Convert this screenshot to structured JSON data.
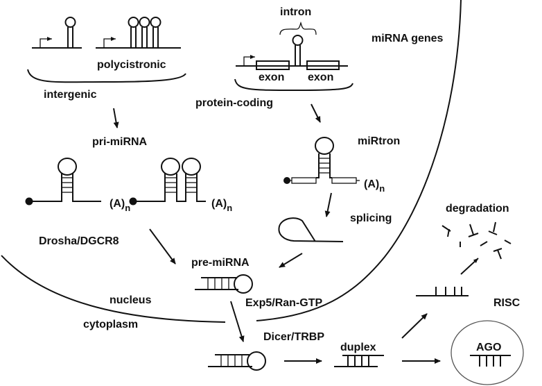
{
  "labels": {
    "intron": "intron",
    "mirna_genes": "miRNA genes",
    "polycistronic": "polycistronic",
    "exon1": "exon",
    "exon2": "exon",
    "intergenic": "intergenic",
    "protein_coding": "protein-coding",
    "pri_mirna": "pri-miRNA",
    "mirtron": "miRtron",
    "polya_base": "(A)",
    "polya_sub": "n",
    "splicing": "splicing",
    "degradation": "degradation",
    "drosha": "Drosha/DGCR8",
    "pre_mirna": "pre-miRNA",
    "nucleus": "nucleus",
    "exp5": "Exp5/Ran-GTP",
    "risc": "RISC",
    "cytoplasm": "cytoplasm",
    "dicer": "Dicer/TRBP",
    "duplex": "duplex",
    "ago": "AGO"
  },
  "colors": {
    "ink": "#111111",
    "background": "#ffffff",
    "risc_outline": "#555555"
  }
}
